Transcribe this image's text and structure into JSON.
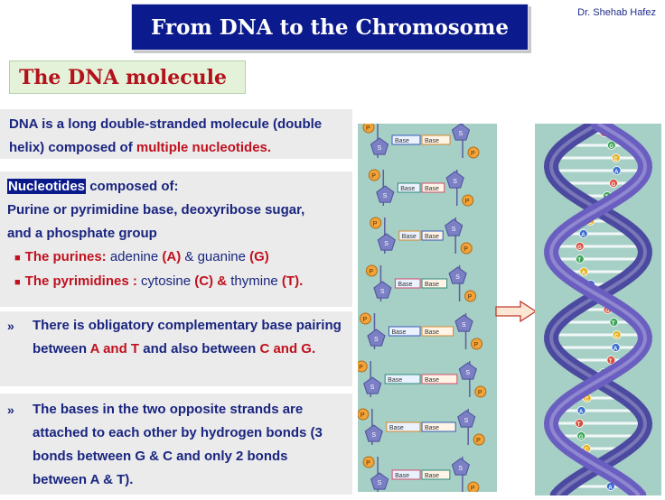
{
  "header": {
    "title": "From DNA to the Chromosome",
    "author": "Dr. Shehab Hafez"
  },
  "section": {
    "title": "The DNA molecule"
  },
  "intro": {
    "text_a": "DNA is a long double-stranded molecule (double helix) composed of ",
    "text_red": "multiple nucleotides."
  },
  "nucleotides": {
    "highlight": "Nucleotides",
    "heading_rest": " composed of:",
    "line1": "Purine or pyrimidine base, deoxyribose sugar,",
    "line2": "and a phosphate group",
    "purines_label": "The purines:",
    "purines_a": " adenine ",
    "purines_a_code": "(A)",
    "purines_mid": " & guanine ",
    "purines_g_code": "(G)",
    "pyrimidines_label": "The pyrimidines :",
    "pyrimidines_c": " cytosine ",
    "pyrimidines_c_code": "(C) &",
    "pyrimidines_t": " thymine ",
    "pyrimidines_t_code": "(T)."
  },
  "pairing": {
    "marker": "»",
    "text_a": "There is obligatory complementary base pairing between ",
    "red_at": "A and T",
    "text_b": " and also between ",
    "red_cg": "C and G."
  },
  "bonds": {
    "marker": "»",
    "text": "The bases in the two opposite strands are attached to each other by hydrogen bonds (3 bonds between G & C and only 2 bonds between A & T)."
  },
  "ladder_labels": {
    "base": "Base",
    "phosphate": "P",
    "sugar": "S"
  },
  "helix_letters": [
    "T",
    "G",
    "C",
    "A",
    "G",
    "T",
    "C",
    "A",
    "G",
    "T",
    "A",
    "C",
    "G",
    "T",
    "C",
    "A",
    "T",
    "G",
    "C",
    "A"
  ],
  "colors": {
    "accent_blue": "#0b1a8c",
    "accent_red": "#c0111f",
    "panel_bg": "#ebebeb",
    "diagram_bg": "#a6cfc6"
  }
}
